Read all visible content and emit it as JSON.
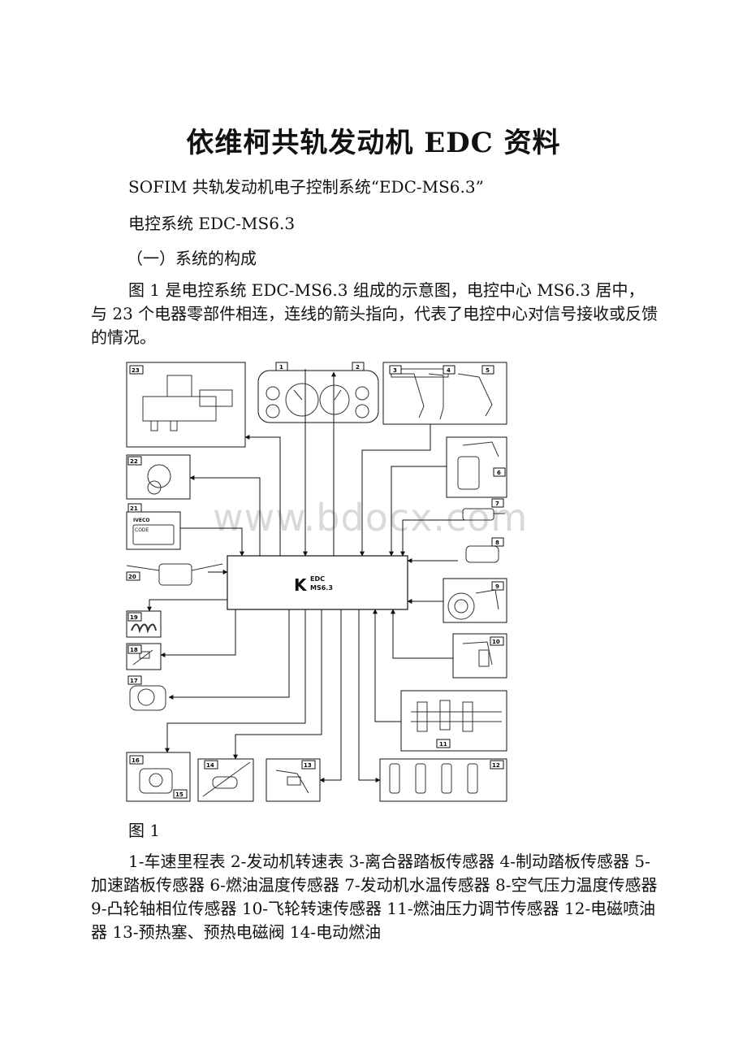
{
  "doc": {
    "title": "依维柯共轨发动机 EDC 资料",
    "subtitle": "SOFIM 共轨发动机电子控制系统“EDC-MS6.3”",
    "system_line": "电控系统 EDC-MS6.3",
    "section_heading": "（一）系统的构成",
    "intro_paragraph": "图 1 是电控系统 EDC-MS6.3 组成的示意图，电控中心 MS6.3 居中，与 23 个电器零部件相连，连线的箭头指向，代表了电控中心对信号接收或反馈的情况。",
    "figure_caption": "图 1",
    "legend_paragraph": "1-车速里程表 2-发动机转速表 3-离合器踏板传感器 4-制动踏板传感器 5-加速踏板传感器 6-燃油温度传感器 7-发动机水温传感器 8-空气压力温度传感器 9-凸轮轴相位传感器 10-飞轮转速传感器 11-燃油压力调节传感器 12-电磁喷油器 13-预热塞、预热电磁阀 14-电动燃油",
    "watermark": "www.bdocx.com"
  },
  "diagram": {
    "ecu_label_line1": "EDC",
    "ecu_label_line2": "MS6.3",
    "ecu_logo": "K",
    "code_label": "CODE",
    "iveco_label": "IVECO",
    "component_numbers": [
      "1",
      "2",
      "3",
      "4",
      "5",
      "6",
      "7",
      "8",
      "9",
      "10",
      "11",
      "12",
      "13",
      "14",
      "15",
      "16",
      "17",
      "18",
      "19",
      "20",
      "21",
      "22",
      "23"
    ]
  }
}
